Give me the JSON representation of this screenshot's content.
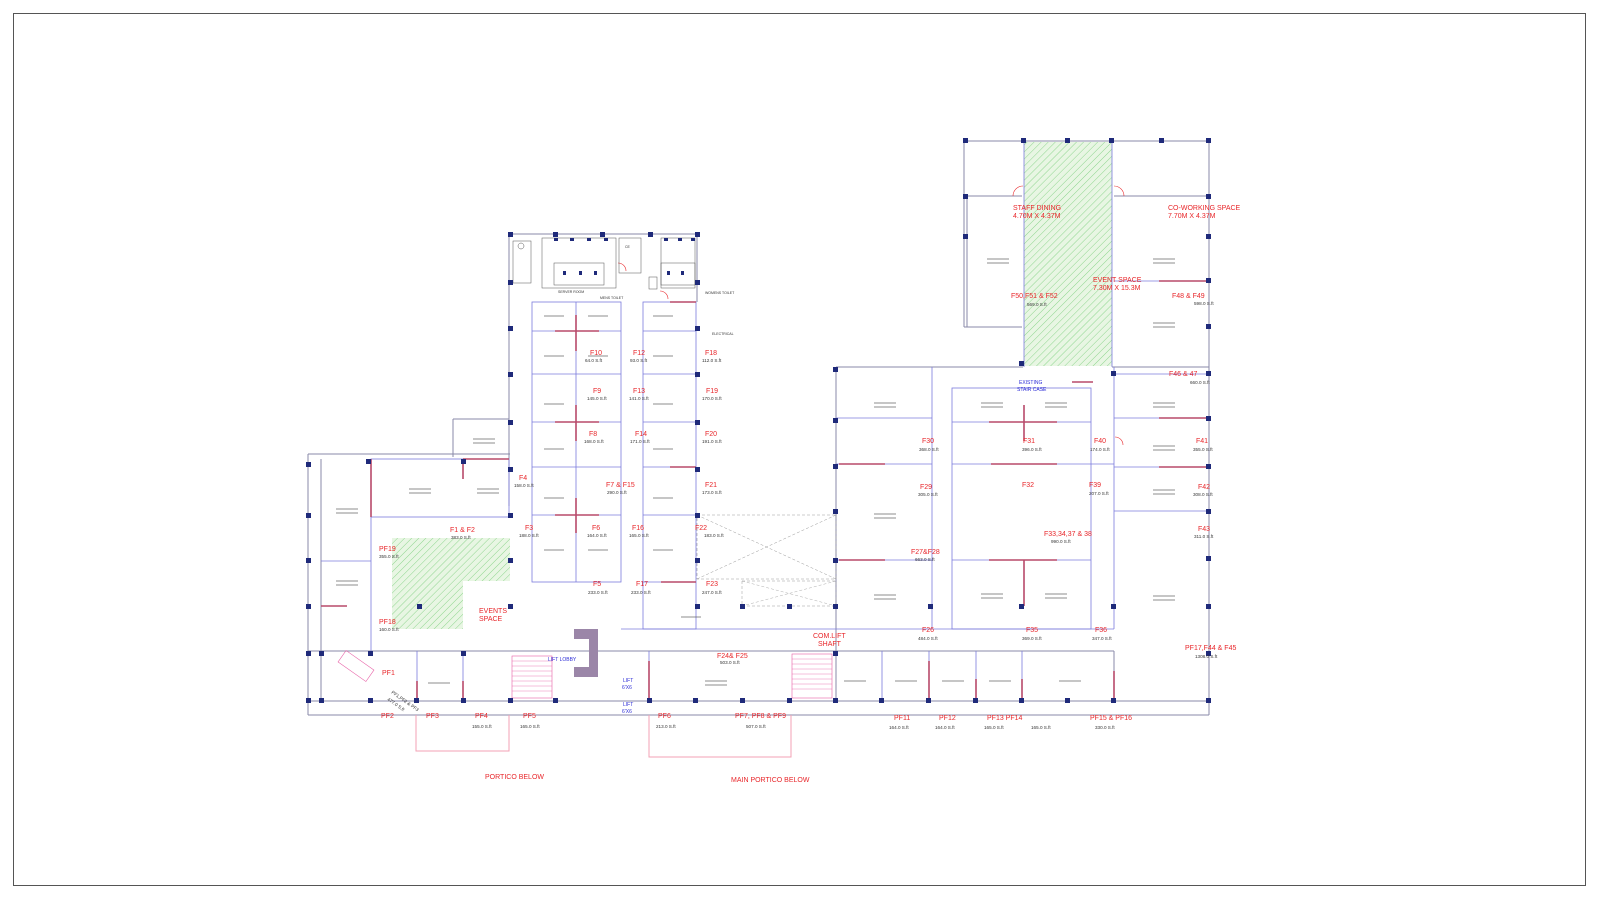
{
  "plan": {
    "colors": {
      "label": "#e8262a",
      "note": "#2b2bd6",
      "wall": "#8a8aa8",
      "partition": "#7b7bdc",
      "green_hatch": "#8fd68f",
      "column": "#1f2a7a"
    },
    "units": [
      {
        "name": "STAFF DINING",
        "area": "4.70M X 4.37M"
      },
      {
        "name": "CO-WORKING SPACE",
        "area": "7.70M X 4.37M"
      },
      {
        "name": "EVENT SPACE",
        "area": "7.30M X 15.3M"
      },
      {
        "name": "F50,F51 & F52",
        "area": "569.0 S.ft"
      },
      {
        "name": "F48 & F49",
        "area": "598.0 S.ft"
      },
      {
        "name": "F46 & 47",
        "area": "660.0 S.ft"
      },
      {
        "name": "F10",
        "area": "64.0 S.ft"
      },
      {
        "name": "F12",
        "area": "93.0 S.ft"
      },
      {
        "name": "F18",
        "area": "112.0 S.ft"
      },
      {
        "name": "F9",
        "area": "145.0 S.ft"
      },
      {
        "name": "F13",
        "area": "141.0 S.ft"
      },
      {
        "name": "F19",
        "area": "170.0 S.ft"
      },
      {
        "name": "F8",
        "area": "168.0 S.ft"
      },
      {
        "name": "F14",
        "area": "171.0 S.ft"
      },
      {
        "name": "F20",
        "area": "191.0 S.ft"
      },
      {
        "name": "F4",
        "area": "158.0 S.ft"
      },
      {
        "name": "F7 & F15",
        "area": "290.0 S.ft"
      },
      {
        "name": "F21",
        "area": "173.0 S.ft"
      },
      {
        "name": "F3",
        "area": "188.0 S.ft"
      },
      {
        "name": "F6",
        "area": "164.0 S.ft"
      },
      {
        "name": "F16",
        "area": "165.0 S.ft"
      },
      {
        "name": "F22",
        "area": "183.0 S.ft"
      },
      {
        "name": "F1 & F2",
        "area": "383.0 S.ft"
      },
      {
        "name": "PF19",
        "area": "355.0 S.ft"
      },
      {
        "name": "F5",
        "area": "233.0 S.ft"
      },
      {
        "name": "F17",
        "area": "233.0 S.ft"
      },
      {
        "name": "F23",
        "area": "247.0 S.ft"
      },
      {
        "name": "PF18",
        "area": "160.0 S.ft"
      },
      {
        "name": "EVENTS SPACE",
        "area": ""
      },
      {
        "name": "F30",
        "area": "368.0 S.ft"
      },
      {
        "name": "F31",
        "area": "396.0 S.ft"
      },
      {
        "name": "F40",
        "area": "174.0 S.ft"
      },
      {
        "name": "F41",
        "area": "355.0 S.ft"
      },
      {
        "name": "F29",
        "area": "305.0 S.ft"
      },
      {
        "name": "F32",
        "area": ""
      },
      {
        "name": "F39",
        "area": "207.0 S.ft"
      },
      {
        "name": "F42",
        "area": "308.0 S.ft"
      },
      {
        "name": "F27&F28",
        "area": "663.0 S.ft"
      },
      {
        "name": "F33,34,37 & 38",
        "area": "990.0 S.ft"
      },
      {
        "name": "F43",
        "area": "311.0 S.ft"
      },
      {
        "name": "F26",
        "area": "484.0 S.ft"
      },
      {
        "name": "F35",
        "area": "369.0 S.ft"
      },
      {
        "name": "F36",
        "area": "347.0 S.ft"
      },
      {
        "name": "PF17,F44 & F45",
        "area": "1308.0 S.ft"
      },
      {
        "name": "F24& F25",
        "area": "503.0 S.ft"
      },
      {
        "name": "COM.LIFT SHAFT",
        "area": ""
      },
      {
        "name": "PF1",
        "area": ""
      },
      {
        "name": "PF2",
        "area": ""
      },
      {
        "name": "PF3",
        "area": ""
      },
      {
        "name": "PF4",
        "area": "155.0 S.ft"
      },
      {
        "name": "PF5",
        "area": "165.0 S.ft"
      },
      {
        "name": "PF6",
        "area": "213.0 S.ft"
      },
      {
        "name": "PF7, PF8 & PF9",
        "area": "507.0 S.ft"
      },
      {
        "name": "PF11",
        "area": "164.0 S.ft"
      },
      {
        "name": "PF12",
        "area": "164.0 S.ft"
      },
      {
        "name": "PF13 PF14",
        "area": "165.0 S.ft"
      },
      {
        "name": "PF15 & PF16",
        "area": "330.0 S.ft"
      },
      {
        "name": "PORTICO BELOW",
        "area": ""
      },
      {
        "name": "MAIN PORTICO BELOW",
        "area": ""
      }
    ],
    "notes": {
      "existing_stair": "EXISTING STAIR CASE",
      "lift_lobby": "LIFT LOBBY",
      "lift_a": "LIFT",
      "lift_a_size": "6'X6",
      "lift_b": "LIFT",
      "lift_b_size": "6'X6",
      "pf_area": "PF1,PF2 & PF3",
      "pf_area_sqft": "477.0 S.ft"
    },
    "small_labels": {
      "server": "SERVER ROOM",
      "mens": "MENS TOILET",
      "womens": "WOMENS TOILET",
      "electrical": "ELECTRICAL",
      "ce": "CE"
    },
    "extra_areas": {
      "pf13_second": "165.0 S.ft"
    }
  }
}
